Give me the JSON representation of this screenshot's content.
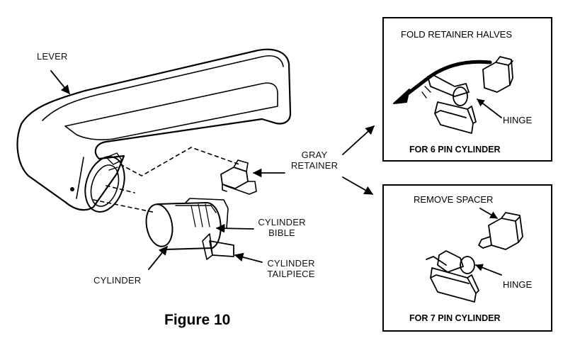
{
  "labels": {
    "lever": "LEVER",
    "gray_retainer_line1": "GRAY",
    "gray_retainer_line2": "RETAINER",
    "cylinder_bible_line1": "CYLINDER",
    "cylinder_bible_line2": "BIBLE",
    "cylinder_tailpiece_line1": "CYLINDER",
    "cylinder_tailpiece_line2": "TAILPIECE",
    "cylinder": "CYLINDER"
  },
  "figure_caption": "Figure 10",
  "panel_top": {
    "title": "FOLD RETAINER HALVES",
    "hinge": "HINGE",
    "caption": "FOR 6 PIN CYLINDER"
  },
  "panel_bottom": {
    "title": "REMOVE SPACER",
    "hinge": "HINGE",
    "caption": "FOR 7 PIN CYLINDER"
  }
}
